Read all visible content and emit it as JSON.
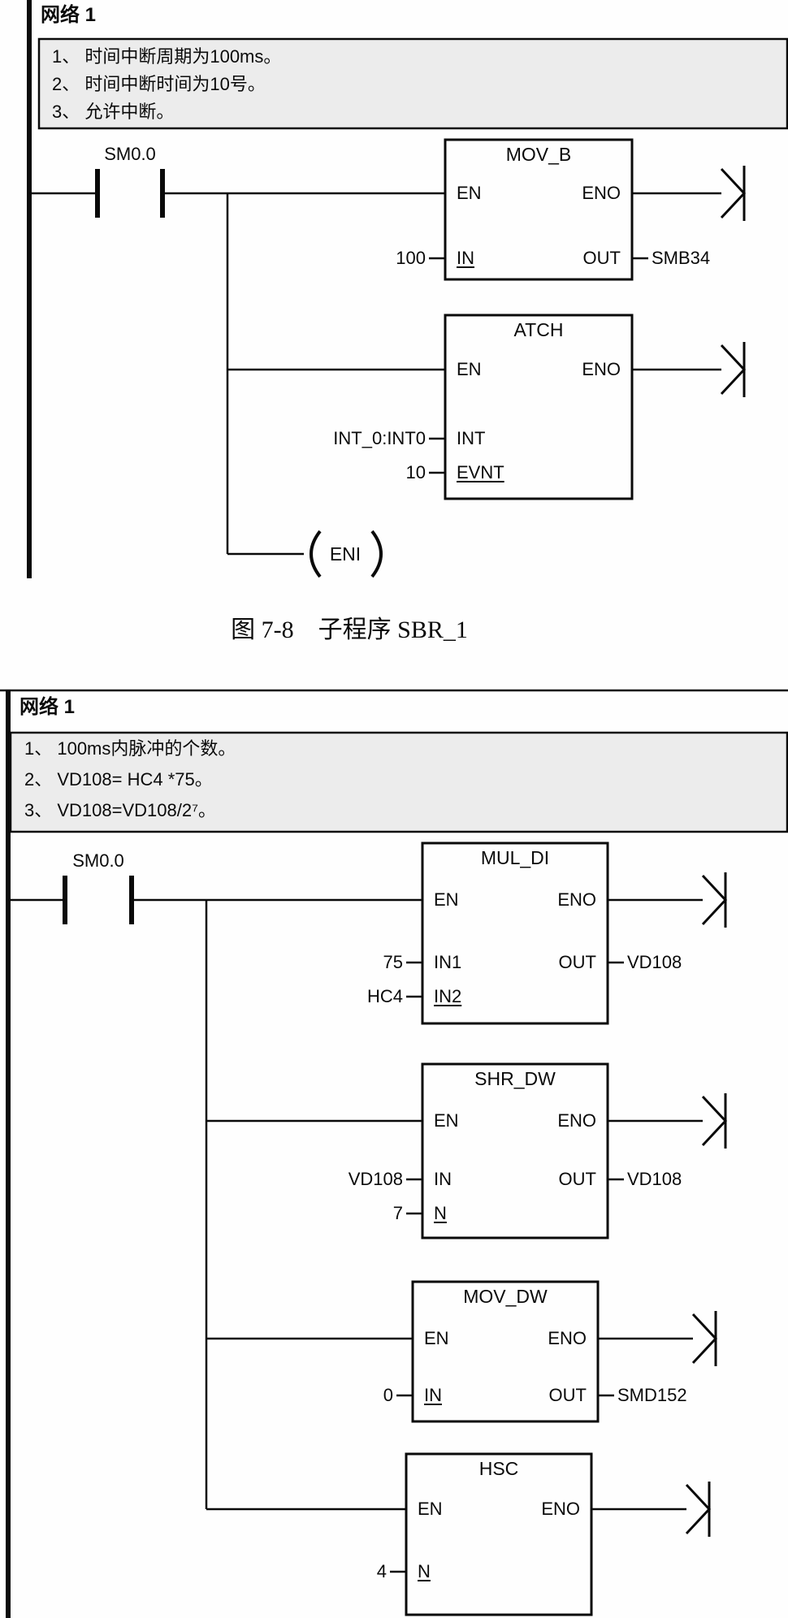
{
  "figure": {
    "caption": "图 7-8　子程序 SBR_1"
  },
  "colors": {
    "comment_bg": "#ececec",
    "line": "#000000"
  },
  "network1": {
    "title": "网络 1",
    "comments": [
      "1、 时间中断周期为100ms。",
      "2、 时间中断时间为10号。",
      "3、 允许中断。"
    ],
    "contact_label": "SM0.0",
    "mov_b": {
      "name": "MOV_B",
      "en": "EN",
      "eno": "ENO",
      "in_label": "IN",
      "in_value": "100",
      "out_label": "OUT",
      "out_value": "SMB34"
    },
    "atch": {
      "name": "ATCH",
      "en": "EN",
      "eno": "ENO",
      "int_label": "INT",
      "int_value": "INT_0:INT0",
      "evnt_label": "EVNT",
      "evnt_value": "10"
    },
    "coil_label": "ENI"
  },
  "network2": {
    "title": "网络 1",
    "comments": [
      "1、 100ms内脉冲的个数。",
      "2、 VD108= HC4 *75。",
      "3、 VD108=VD108/2⁷。"
    ],
    "contact_label": "SM0.0",
    "mul_di": {
      "name": "MUL_DI",
      "en": "EN",
      "eno": "ENO",
      "in1_label": "IN1",
      "in1_value": "75",
      "in2_label": "IN2",
      "in2_value": "HC4",
      "out_label": "OUT",
      "out_value": "VD108"
    },
    "shr_dw": {
      "name": "SHR_DW",
      "en": "EN",
      "eno": "ENO",
      "in_label": "IN",
      "in_value": "VD108",
      "n_label": "N",
      "n_value": "7",
      "out_label": "OUT",
      "out_value": "VD108"
    },
    "mov_dw": {
      "name": "MOV_DW",
      "en": "EN",
      "eno": "ENO",
      "in_label": "IN",
      "in_value": "0",
      "out_label": "OUT",
      "out_value": "SMD152"
    },
    "hsc": {
      "name": "HSC",
      "en": "EN",
      "eno": "ENO",
      "n_label": "N",
      "n_value": "4"
    }
  }
}
